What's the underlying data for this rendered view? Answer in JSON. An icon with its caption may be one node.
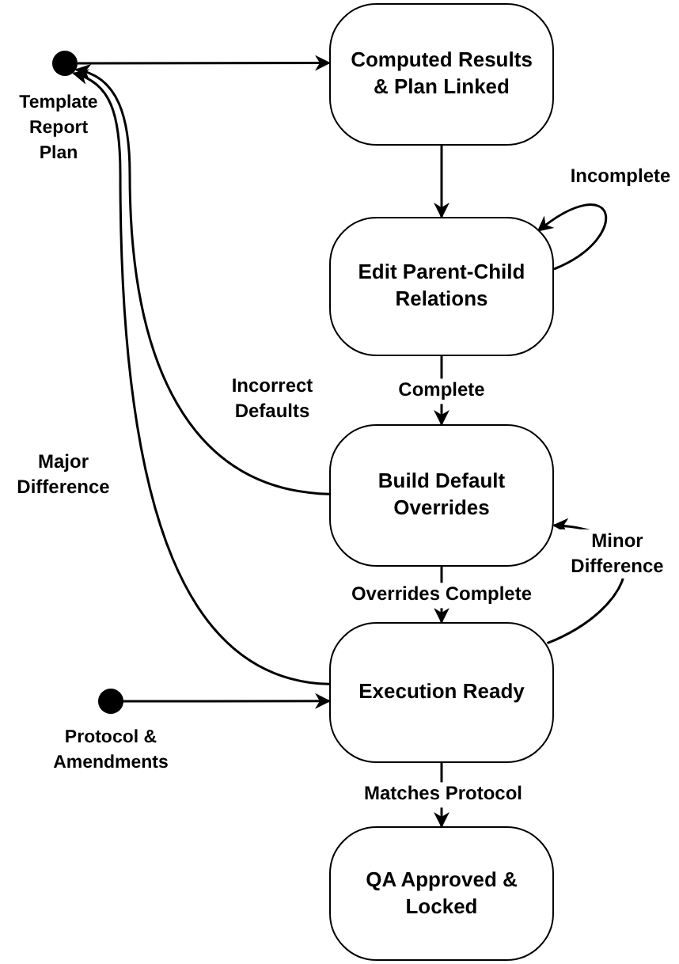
{
  "diagram": {
    "nodes": [
      {
        "text": [],
        "shape": "circle",
        "beside": [
          "Template Report Plan"
        ]
      },
      {
        "text": [
          "Computed Results & Plan Linked"
        ]
      },
      {
        "text": [
          "Edit Parent-Child Relations"
        ]
      },
      {
        "text": [
          "Build Default Overrides"
        ]
      },
      {
        "text": [
          "Execution Ready"
        ]
      },
      {
        "text": [],
        "shape": "circle",
        "beside": [
          "Protocol & Amendments"
        ]
      },
      {
        "text": [
          "QA Approved & Locked"
        ]
      }
    ],
    "edges": [
      {
        "from": 0,
        "to": 1,
        "arrow": "to"
      },
      {
        "from": 1,
        "to": 2,
        "arrow": "to"
      },
      {
        "from": 2,
        "to": 2,
        "arrow": "to",
        "label": "Incomplete"
      },
      {
        "from": 2,
        "to": 3,
        "arrow": "to",
        "label": "Complete"
      },
      {
        "from": 3,
        "to": 0,
        "arrow": "to",
        "label": "Incorrect Defaults"
      },
      {
        "from": 3,
        "to": 4,
        "arrow": "to",
        "label": "Overrides Complete"
      },
      {
        "from": 4,
        "to": 3,
        "arrow": "to",
        "label": "Minor Difference"
      },
      {
        "from": 4,
        "to": 0,
        "arrow": "to",
        "label": "Major Difference"
      },
      {
        "from": 5,
        "to": 4,
        "arrow": "to"
      },
      {
        "from": 4,
        "to": 6,
        "arrow": "to",
        "label": "Matches Protocol"
      }
    ]
  }
}
